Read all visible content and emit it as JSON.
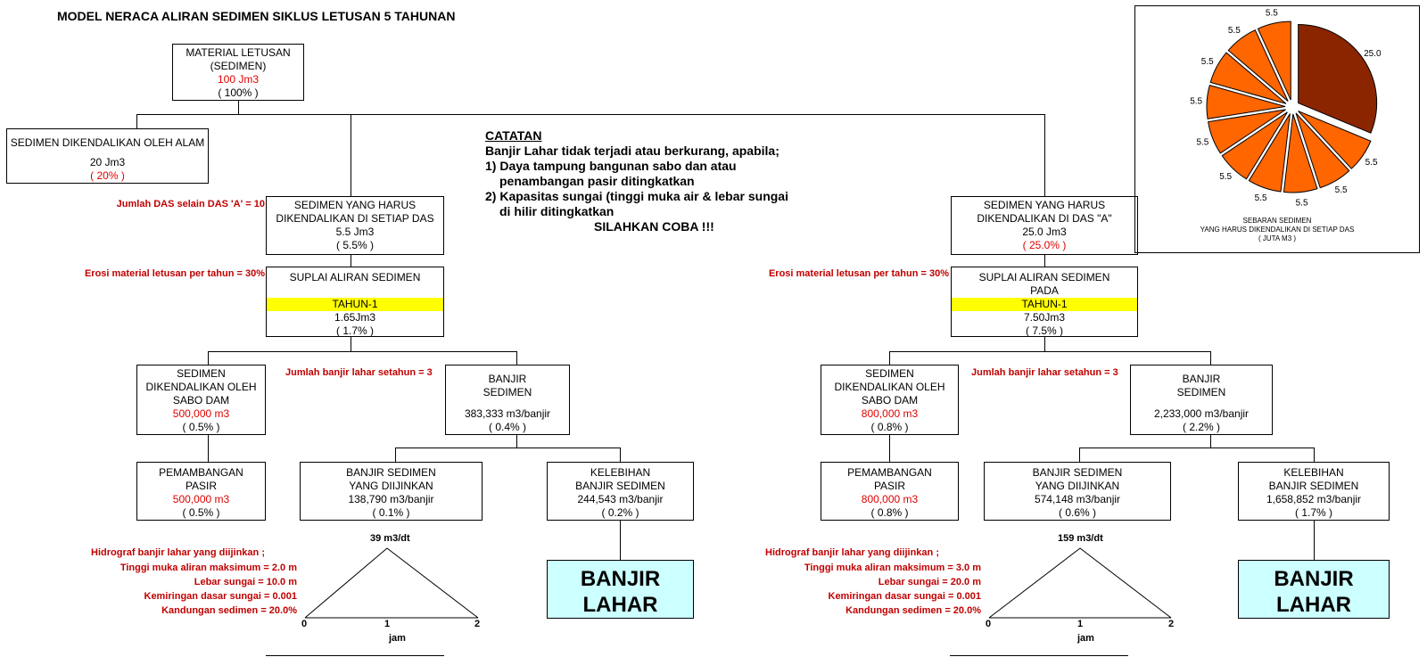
{
  "title": "MODEL NERACA ALIRAN SEDIMEN SIKLUS LETUSAN 5 TAHUNAN",
  "root": {
    "line1": "MATERIAL LETUSAN",
    "line2": "(SEDIMEN)",
    "value": "100 Jm3",
    "pct": "( 100% )"
  },
  "nature": {
    "line1": "SEDIMEN DIKENDALIKAN OLEH ALAM",
    "value": "20 Jm3",
    "pct": "( 20% )"
  },
  "note": {
    "head": "CATATAN",
    "l1": "Banjir Lahar tidak terjadi atau berkurang, apabila;",
    "l2": "1) Daya tampung bangunan sabo dan atau",
    "l3": "penambangan pasir ditingkatkan",
    "l4": "2) Kapasitas sungai (tinggi muka air & lebar sungai",
    "l5": "di hilir ditingkatkan",
    "l6": "SILAHKAN COBA !!!"
  },
  "left": {
    "das_label": "Jumlah DAS selain DAS 'A' = 10",
    "das": {
      "line1": "SEDIMEN YANG HARUS",
      "line2": "DIKENDALIKAN DI SETIAP DAS",
      "value": "5.5 Jm3",
      "pct": "( 5.5% )"
    },
    "erosi_label": "Erosi material letusan per tahun = 30%",
    "suplai": {
      "line1": "SUPLAI ALIRAN SEDIMEN",
      "line2": "",
      "tahun": "TAHUN-1",
      "value": "1.65Jm3",
      "pct": "( 1.7% )"
    },
    "banjir_label": "Jumlah banjir lahar setahun = 3",
    "sabo": {
      "line1": "SEDIMEN",
      "line2": "DIKENDALIKAN OLEH",
      "line3": "SABO DAM",
      "value": "500,000 m3",
      "pct": "( 0.5% )"
    },
    "banjir": {
      "line1": "BANJIR",
      "line2": "SEDIMEN",
      "value": "383,333  m3/banjir",
      "pct": "( 0.4% )"
    },
    "tambang": {
      "line1": "PEMAMBANGAN",
      "line2": "PASIR",
      "value": "500,000 m3",
      "pct": "( 0.5% )"
    },
    "diijinkan": {
      "line1": "BANJIR SEDIMEN",
      "line2": "YANG DIIJINKAN",
      "value": "138,790 m3/banjir",
      "pct": "( 0.1% )"
    },
    "kelebihan": {
      "line1": "KELEBIHAN",
      "line2": "BANJIR SEDIMEN",
      "value": "244,543 m3/banjir",
      "pct": "( 0.2% )"
    },
    "lahar": {
      "line1": "BANJIR",
      "line2": "LAHAR"
    },
    "hydro": {
      "title": "Hidrograf banjir lahar yang diijinkan ;",
      "h": "Tinggi muka aliran maksimum = 2.0 m",
      "w": "Lebar sungai = 10.0 m",
      "s": "Kemiringan dasar sungai = 0.001",
      "c": "Kandungan sedimen = 20.0%",
      "peak": "39 m3/dt",
      "t0": "0",
      "t1": "1",
      "t2": "2",
      "unit": "jam"
    }
  },
  "right": {
    "das": {
      "line1": "SEDIMEN YANG HARUS",
      "line2": "DIKENDALIKAN DI DAS \"A\"",
      "value": "25.0 Jm3",
      "pct": "( 25.0% )"
    },
    "erosi_label": "Erosi material letusan per tahun = 30%",
    "suplai": {
      "line1": "SUPLAI ALIRAN SEDIMEN",
      "line2": "PADA",
      "tahun": "TAHUN-1",
      "value": "7.50Jm3",
      "pct": "( 7.5% )"
    },
    "banjir_label": "Jumlah banjir lahar setahun = 3",
    "sabo": {
      "line1": "SEDIMEN",
      "line2": "DIKENDALIKAN OLEH",
      "line3": "SABO DAM",
      "value": "800,000 m3",
      "pct": "( 0.8% )"
    },
    "banjir": {
      "line1": "BANJIR",
      "line2": "SEDIMEN",
      "value": "2,233,000  m3/banjir",
      "pct": "( 2.2% )"
    },
    "tambang": {
      "line1": "PEMAMBANGAN",
      "line2": "PASIR",
      "value": "800,000 m3",
      "pct": "( 0.8% )"
    },
    "diijinkan": {
      "line1": "BANJIR SEDIMEN",
      "line2": "YANG DIIJINKAN",
      "value": "574,148 m3/banjir",
      "pct": "( 0.6% )"
    },
    "kelebihan": {
      "line1": "KELEBIHAN",
      "line2": "BANJIR SEDIMEN",
      "value": "1,658,852 m3/banjir",
      "pct": "( 1.7% )"
    },
    "lahar": {
      "line1": "BANJIR",
      "line2": "LAHAR"
    },
    "hydro": {
      "title": "Hidrograf banjir lahar yang diijinkan ;",
      "h": "Tinggi muka aliran maksimum = 3.0 m",
      "w": "Lebar sungai = 20.0 m",
      "s": "Kemiringan dasar sungai = 0.001",
      "c": "Kandungan sedimen = 20.0%",
      "peak": "159 m3/dt",
      "t0": "0",
      "t1": "1",
      "t2": "2",
      "unit": "jam"
    }
  },
  "chart_data": {
    "type": "pie",
    "values": [
      25.0,
      5.5,
      5.5,
      5.5,
      5.5,
      5.5,
      5.5,
      5.5,
      5.5,
      5.5,
      5.5
    ],
    "labels": [
      "25.0",
      "5.5",
      "5.5",
      "5.5",
      "5.5",
      "5.5",
      "5.5",
      "5.5",
      "5.5",
      "5.5",
      "5.5"
    ],
    "colors": [
      "#8b2500",
      "#ff6600",
      "#ff6600",
      "#ff6600",
      "#ff6600",
      "#ff6600",
      "#ff6600",
      "#ff6600",
      "#ff6600",
      "#ff6600",
      "#ff6600"
    ],
    "caption1": "SEBARAN SEDIMEN",
    "caption2": "YANG HARUS DIKENDALIKAN DI SETIAP DAS",
    "caption3": "( JUTA M3 )"
  }
}
